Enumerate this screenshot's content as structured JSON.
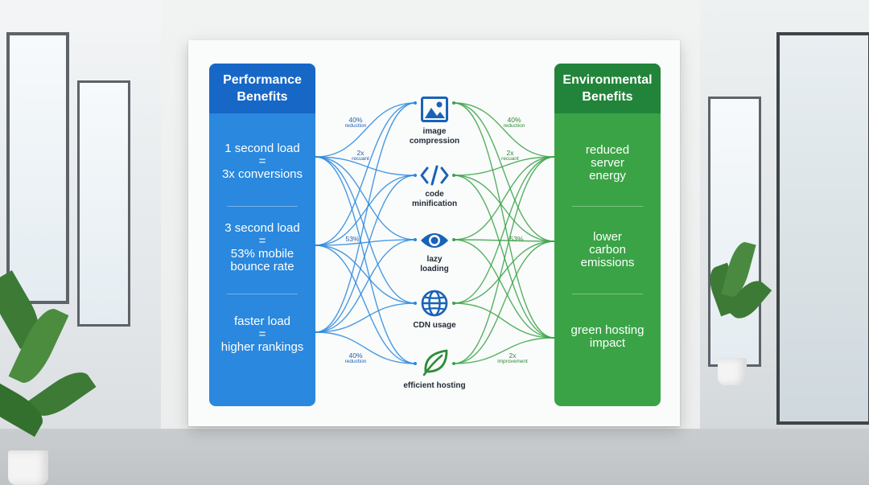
{
  "diagram": {
    "performance": {
      "title_line1": "Performance",
      "title_line2": "Benefits",
      "items": [
        {
          "lines": [
            "1 second load",
            "=",
            "3x conversions"
          ]
        },
        {
          "lines": [
            "3 second load",
            "=",
            "53% mobile",
            "bounce rate"
          ]
        },
        {
          "lines": [
            "faster load",
            "=",
            "higher rankings"
          ]
        }
      ],
      "color": "#2a88de"
    },
    "environmental": {
      "title_line1": "Environmental",
      "title_line2": "Benefits",
      "items": [
        {
          "lines": [
            "reduced",
            "server",
            "energy"
          ]
        },
        {
          "lines": [
            "lower",
            "carbon",
            "emissions"
          ]
        },
        {
          "lines": [
            "green hosting",
            "impact"
          ]
        }
      ],
      "color": "#3aa346"
    },
    "techniques": [
      {
        "icon": "image-icon",
        "lines": [
          "image",
          "compression"
        ]
      },
      {
        "icon": "code-icon",
        "lines": [
          "code",
          "minification"
        ]
      },
      {
        "icon": "eye-icon",
        "lines": [
          "lazy",
          "loading"
        ]
      },
      {
        "icon": "globe-icon",
        "lines": [
          "CDN usage"
        ]
      },
      {
        "icon": "leaf-icon",
        "lines": [
          "efficient hosting"
        ]
      }
    ],
    "left_labels": [
      {
        "big": "40%",
        "small": "reduction"
      },
      {
        "big": "2x",
        "small": "recuant"
      },
      {
        "big": "53%",
        "small": ""
      },
      {
        "big": "40%",
        "small": "reduction"
      }
    ],
    "right_labels": [
      {
        "big": "40%",
        "small": "reduction"
      },
      {
        "big": "2x",
        "small": "recuant"
      },
      {
        "big": "53%",
        "small": ""
      },
      {
        "big": "2x",
        "small": "improvement"
      }
    ]
  }
}
